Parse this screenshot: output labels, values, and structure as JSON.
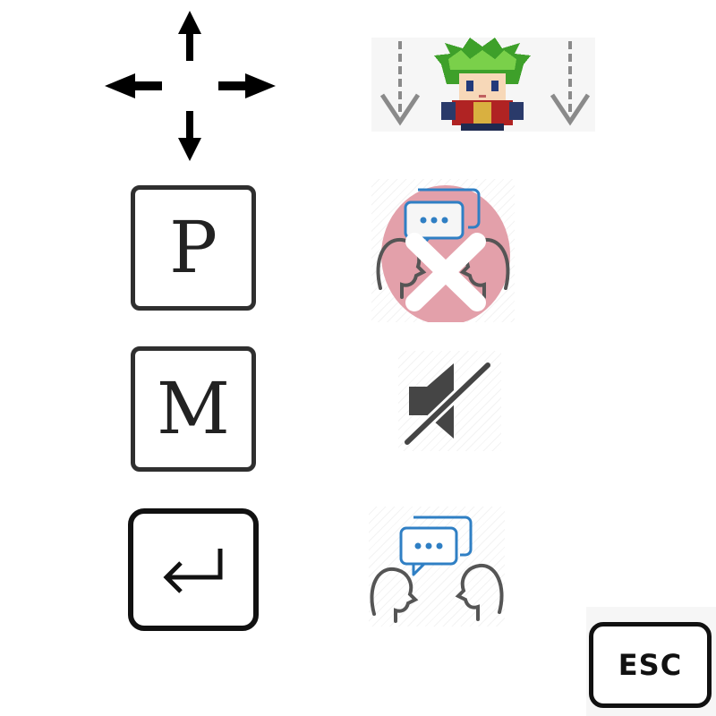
{
  "controls": {
    "move": {
      "icon": "four-direction-arrows-icon"
    },
    "fall": {
      "icon": "pixel-character-falling-icon",
      "arrow_color": "#8a8a8a"
    },
    "p_key": {
      "label": "P",
      "icon": "no-talking-icon"
    },
    "m_key": {
      "label": "M",
      "icon": "mute-icon"
    },
    "enter_key": {
      "icon": "enter-return-icon",
      "action_icon": "conversation-icon"
    },
    "esc_key": {
      "label": "ESC"
    }
  },
  "colors": {
    "key_border": "#2f2f2f",
    "prohibit_circle": "#e3a0aa",
    "speech_bubble": "#2f7fc4",
    "character_hair": "#3ea02a",
    "character_armor": "#b02323"
  }
}
